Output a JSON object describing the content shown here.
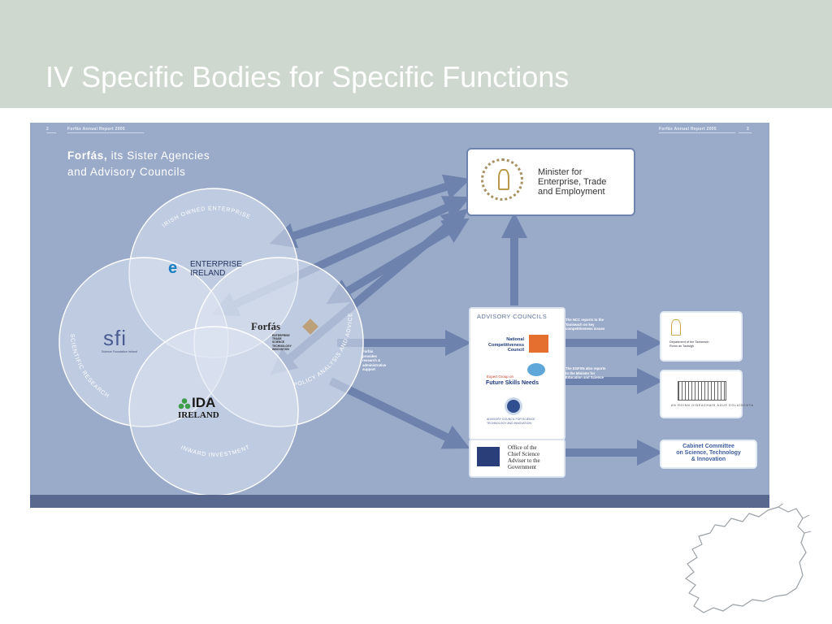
{
  "slide": {
    "title": "IV Specific Bodies for Specific Functions"
  },
  "report": {
    "left_page_number": "2",
    "left_header": "Forfás Annual Report 2005",
    "right_header": "Forfás Annual Report 2005",
    "right_page_number": "3"
  },
  "diagram": {
    "title_bold": "Forfás,",
    "title_rest": " its Sister Agencies",
    "title_line2": "and Advisory Councils",
    "ring_labels": {
      "top": "IRISH OWNED ENTERPRISE",
      "left": "SCIENTIFIC RESEARCH",
      "right": "POLICY ANALYSIS AND ADVICE",
      "bottom": "INWARD INVESTMENT"
    },
    "enterprise_ireland": {
      "line1": "ENTERPRISE",
      "line2": "IRELAND"
    },
    "sfi": {
      "name": "sfi",
      "subtitle": "Science Foundation Ireland"
    },
    "forfas": {
      "name": "Forfás",
      "list": [
        "ENTERPRISE",
        "TRADE",
        "SCIENCE",
        "TECHNOLOGY",
        "INNOVATION"
      ]
    },
    "ida": {
      "name": "IDA",
      "sub": "IRELAND"
    },
    "forfas_note": [
      "Forfás",
      "provides",
      "research &",
      "administrative",
      "support"
    ],
    "minister": {
      "line1": "Minister for",
      "line2": "Enterprise, Trade",
      "line3": "and Employment"
    },
    "advisory": {
      "title": "ADVISORY COUNCILS",
      "ncc": "National Competitiveness Council",
      "egfsn_prefix": "Expert Group on",
      "egfsn_name": "Future Skills Needs",
      "stc_text": [
        "ADVISORY COUNCIL FOR SCIENCE",
        "TECHNOLOGY AND INNOVATION"
      ]
    },
    "csa": {
      "line1": "Office of the",
      "line2": "Chief Science",
      "line3": "Adviser to the",
      "line4": "Government"
    },
    "ncc_note": [
      "The NCC reports to the",
      "Taoiseach on key",
      "competitiveness issues"
    ],
    "egfsn_note": [
      "The EGFSN also reports",
      "to the Minister for",
      "Education and Science"
    ],
    "dtaoi": {
      "line1": "Department of the Taoiseach",
      "line2": "Roinn an Taoisigh"
    },
    "dotes": {
      "text": "AN ROINN OIDEACHAIS AGUS EOLAÍOCHTA"
    },
    "cabinet": {
      "line1": "Cabinet Committee",
      "line2": "on Science, Technology",
      "line3": "& Innovation"
    }
  },
  "colors": {
    "title_bar": "#ced8ce",
    "panel": "#9aabca",
    "panel_stripe": "#58688f",
    "arrow": "#6d82ad",
    "circle_fill": "#dfe6f2"
  }
}
